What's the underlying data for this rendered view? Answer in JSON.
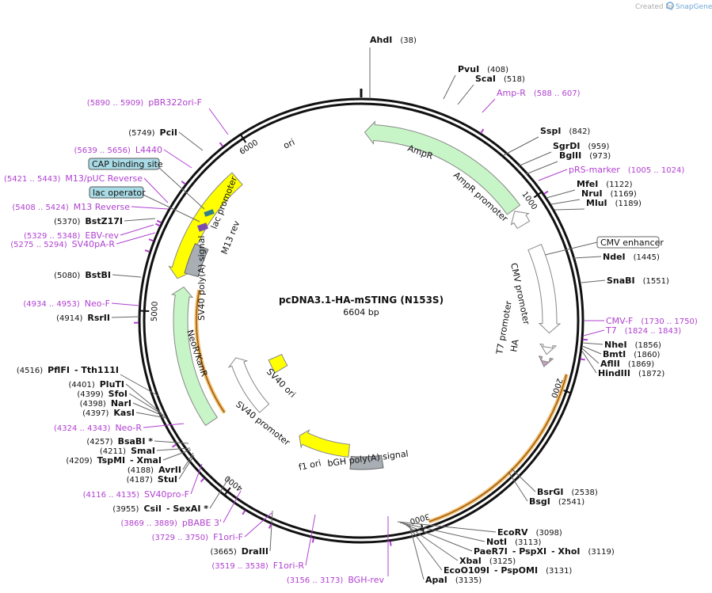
{
  "credit": {
    "prefix": "Created by",
    "brand": "SnapGene"
  },
  "plasmid": {
    "name": "pcDNA3.1-HA-mSTING (N153S)",
    "size": "6604 bp"
  },
  "ticks": [
    "1000",
    "2000",
    "3000",
    "4000",
    "5000",
    "6000"
  ],
  "enzymes": [
    {
      "name": "AhdI",
      "pos": "(38)"
    },
    {
      "name": "PvuI",
      "pos": "(408)"
    },
    {
      "name": "ScaI",
      "pos": "(518)"
    },
    {
      "name": "SspI",
      "pos": "(842)"
    },
    {
      "name": "SgrDI",
      "pos": "(959)"
    },
    {
      "name": "BglII",
      "pos": "(973)"
    },
    {
      "name": "MfeI",
      "pos": "(1122)"
    },
    {
      "name": "NruI",
      "pos": "(1169)"
    },
    {
      "name": "MluI",
      "pos": "(1189)"
    },
    {
      "name": "NdeI",
      "pos": "(1445)"
    },
    {
      "name": "SnaBI",
      "pos": "(1551)"
    },
    {
      "name": "NheI",
      "pos": "(1856)"
    },
    {
      "name": "BmtI",
      "pos": "(1860)"
    },
    {
      "name": "AflII",
      "pos": "(1869)"
    },
    {
      "name": "HindIII",
      "pos": "(1872)"
    },
    {
      "name": "BsrGI",
      "pos": "(2538)"
    },
    {
      "name": "BsgI",
      "pos": "(2541)"
    },
    {
      "name": "EcoRV",
      "pos": "(3098)"
    },
    {
      "name": "NotI",
      "pos": "(3113)"
    },
    {
      "name": "PaeR7I",
      "extra": "- PspXI",
      "extra2": "- XhoI",
      "pos": "(3119)"
    },
    {
      "name": "XbaI",
      "pos": "(3125)"
    },
    {
      "name": "EcoO109I",
      "extra": "- PspOMI",
      "pos": "(3131)"
    },
    {
      "name": "ApaI",
      "pos": "(3135)"
    },
    {
      "name": "DraIII",
      "pos": "(3665)"
    },
    {
      "name": "CsiI",
      "extra": "- SexAI *",
      "pos": "(3955)"
    },
    {
      "name": "StuI",
      "pos": "(4187)"
    },
    {
      "name": "AvrII",
      "pos": "(4188)"
    },
    {
      "name": "TspMI",
      "extra": "- XmaI",
      "pos": "(4209)"
    },
    {
      "name": "SmaI",
      "pos": "(4211)"
    },
    {
      "name": "BsaBI *",
      "pos": "(4257)"
    },
    {
      "name": "KasI",
      "pos": "(4397)"
    },
    {
      "name": "NarI",
      "pos": "(4398)"
    },
    {
      "name": "SfoI",
      "pos": "(4399)"
    },
    {
      "name": "PluTI",
      "pos": "(4401)"
    },
    {
      "name": "PflFI",
      "extra": "- Tth111I",
      "pos": "(4516)"
    },
    {
      "name": "RsrII",
      "pos": "(4914)"
    },
    {
      "name": "BstBI",
      "pos": "(5080)"
    },
    {
      "name": "BstZ17I",
      "pos": "(5370)"
    },
    {
      "name": "PciI",
      "pos": "(5749)"
    }
  ],
  "primers": [
    {
      "name": "Amp-R",
      "pos": "(588 .. 607)"
    },
    {
      "name": "pRS-marker",
      "pos": "(1005 .. 1024)"
    },
    {
      "name": "CMV-F",
      "pos": "(1730 .. 1750)"
    },
    {
      "name": "T7",
      "pos": "(1824 .. 1843)"
    },
    {
      "name": "BGH-rev",
      "pos": "(3156 .. 3173)"
    },
    {
      "name": "F1ori-R",
      "pos": "(3519 .. 3538)"
    },
    {
      "name": "F1ori-F",
      "pos": "(3729 .. 3750)"
    },
    {
      "name": "pBABE 3'",
      "pos": "(3869 .. 3889)"
    },
    {
      "name": "SV40pro-F",
      "pos": "(4116 .. 4135)"
    },
    {
      "name": "Neo-R",
      "pos": "(4324 .. 4343)"
    },
    {
      "name": "Neo-F",
      "pos": "(4934 .. 4953)"
    },
    {
      "name": "SV40pA-R",
      "pos": "(5275 .. 5294)"
    },
    {
      "name": "EBV-rev",
      "pos": "(5329 .. 5348)"
    },
    {
      "name": "M13 Reverse",
      "pos": "(5408 .. 5424)"
    },
    {
      "name": "M13/pUC Reverse",
      "pos": "(5421 .. 5443)"
    },
    {
      "name": "L4440",
      "pos": "(5639 .. 5656)"
    },
    {
      "name": "pBR322ori-F",
      "pos": "(5890 .. 5909)"
    }
  ],
  "boxed_labels": [
    "CMV enhancer",
    "CAP binding site",
    "lac operator"
  ],
  "features": [
    "ori",
    "AmpR",
    "AmpR promoter",
    "CMV promoter",
    "T7 promoter",
    "HA",
    "bGH poly(A) signal",
    "f1 ori",
    "SV40 promoter",
    "SV40 ori",
    "NeoR/KanR",
    "SV40 poly(A) signal",
    "lac promoter",
    "M13 rev"
  ]
}
